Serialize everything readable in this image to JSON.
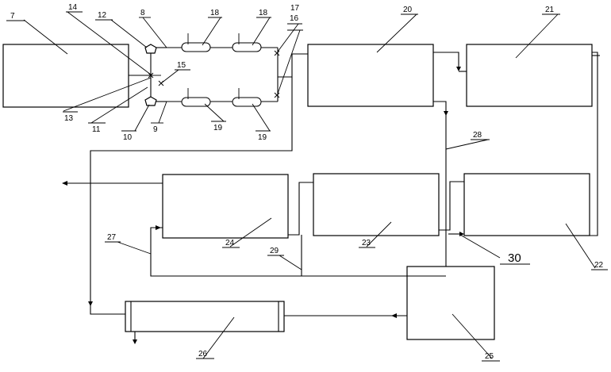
{
  "labels": {
    "n7": "7",
    "n8": "8",
    "n9": "9",
    "n10": "10",
    "n11": "11",
    "n12": "12",
    "n13": "13",
    "n14": "14",
    "n15": "15",
    "n16": "16",
    "n17": "17",
    "n18a": "18",
    "n18b": "18",
    "n19a": "19",
    "n19b": "19",
    "n20": "20",
    "n21": "21",
    "n22": "22",
    "n23": "23",
    "n24": "24",
    "n25": "25",
    "n26": "26",
    "n27": "27",
    "n28": "28",
    "n29": "29",
    "n30": "30"
  },
  "colors": {
    "line": "#000000",
    "background": "#ffffff"
  }
}
